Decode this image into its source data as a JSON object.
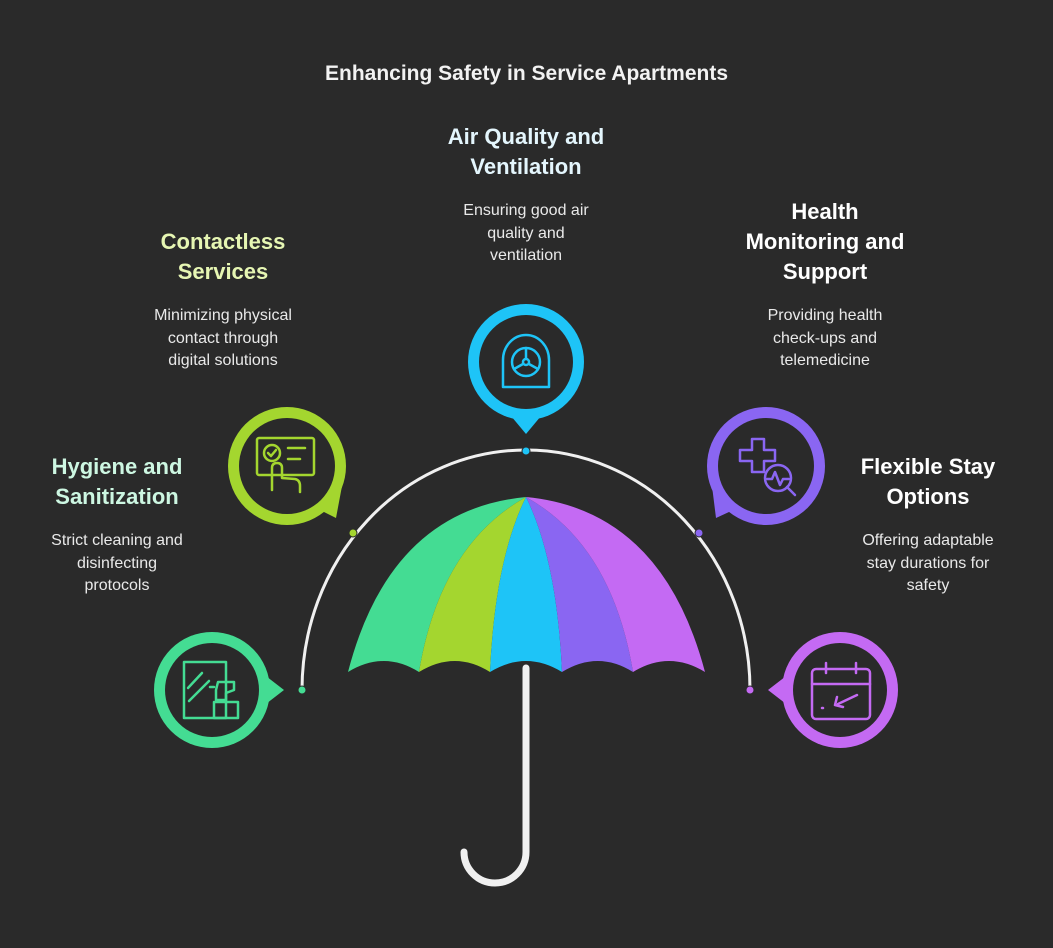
{
  "title": "Enhancing Safety in Service Apartments",
  "items": [
    {
      "key": "hygiene",
      "title": "Hygiene and\nSanitization",
      "description": "Strict cleaning and\ndisinfecting\nprotocols",
      "color": "#44dc93",
      "icon": "spray-bottle-mirror-icon"
    },
    {
      "key": "contactless",
      "title": "Contactless\nServices",
      "description": "Minimizing physical\ncontact through\ndigital solutions",
      "color": "#a4d62f",
      "icon": "hand-card-check-icon"
    },
    {
      "key": "air",
      "title": "Air Quality and\nVentilation",
      "description": "Ensuring good air\nquality and\nventilation",
      "color": "#1ec4f7",
      "icon": "ventilation-fan-icon"
    },
    {
      "key": "health",
      "title": "Health\nMonitoring and\nSupport",
      "description": "Providing health\ncheck-ups and\ntelemedicine",
      "color": "#8a66f2",
      "icon": "medical-cross-monitor-icon"
    },
    {
      "key": "flexible",
      "title": "Flexible Stay\nOptions",
      "description": "Offering adaptable\nstay durations for\nsafety",
      "color": "#c46af3",
      "icon": "calendar-arrow-icon"
    }
  ],
  "colors": {
    "background": "#2a2a2a",
    "arc": "#f0f0f0",
    "handle": "#f0f0f0"
  }
}
